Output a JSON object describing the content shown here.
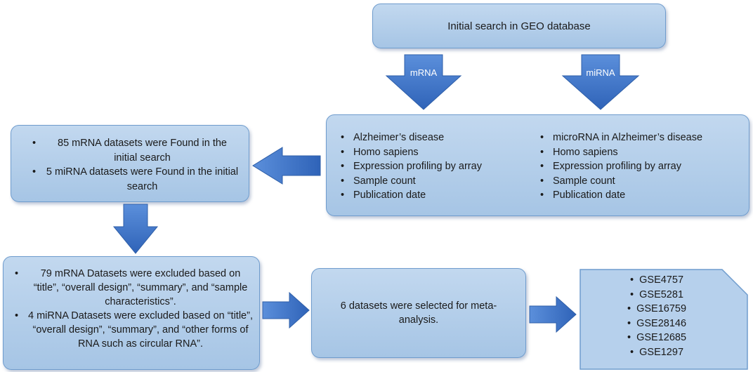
{
  "nodes": {
    "initial_search": "Initial search in GEO database",
    "found": {
      "items": [
        "85 mRNA datasets were Found in the initial search",
        "5 miRNA datasets were Found in the initial search"
      ]
    },
    "criteria": {
      "mrna": [
        "Alzheimer’s disease",
        "Homo sapiens",
        "Expression profiling by array",
        "Sample count",
        "Publication date"
      ],
      "mirna": [
        "microRNA in Alzheimer’s  disease",
        "Homo sapiens",
        "Expression profiling by array",
        "Sample count",
        "Publication date"
      ]
    },
    "excluded": {
      "items": [
        "79 mRNA Datasets were excluded based on “title”, “overall design”, “summary”, and “sample characteristics”.",
        "4 miRNA Datasets were excluded based on “title”, “overall design”, “summary”, and “other forms of RNA such as circular RNA”."
      ]
    },
    "selected": "6 datasets were selected for meta-analysis.",
    "gse_list": [
      "GSE4757",
      "GSE5281",
      "GSE16759",
      "GSE28146",
      "GSE12685",
      "GSE1297"
    ]
  },
  "arrows": {
    "mrna_label": "mRNA",
    "mirna_label": "miRNA"
  },
  "colors": {
    "box_fill": "#a6c5e5",
    "box_border": "#6f9ccd",
    "arrow_fill": "#3f73c8"
  }
}
